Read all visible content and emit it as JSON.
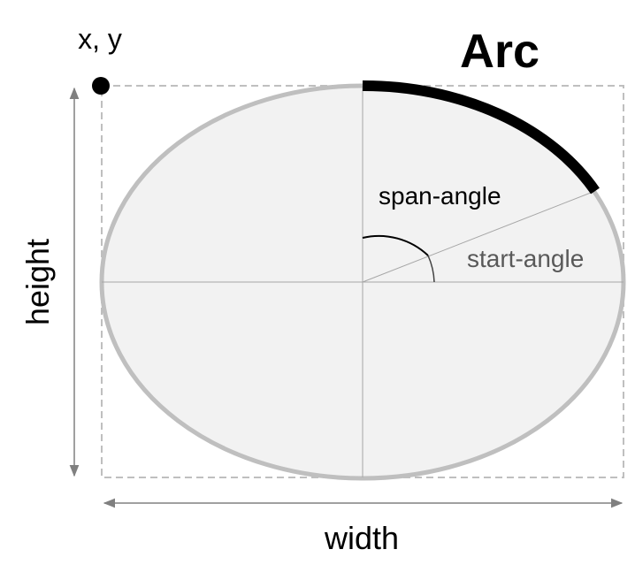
{
  "diagram": {
    "title": "Arc",
    "origin_label": "x, y",
    "width_label": "width",
    "height_label": "height",
    "span_angle_label": "span-angle",
    "start_angle_label": "start-angle"
  },
  "colors": {
    "ellipse_fill": "#f2f2f2",
    "ellipse_stroke": "#bfbfbf",
    "arc_stroke": "#000000",
    "bounding_box": "#bfbfbf",
    "guide_lines": "#a6a6a6",
    "dimension_arrows": "#808080",
    "start_angle_text": "#595959",
    "text": "#000000"
  }
}
